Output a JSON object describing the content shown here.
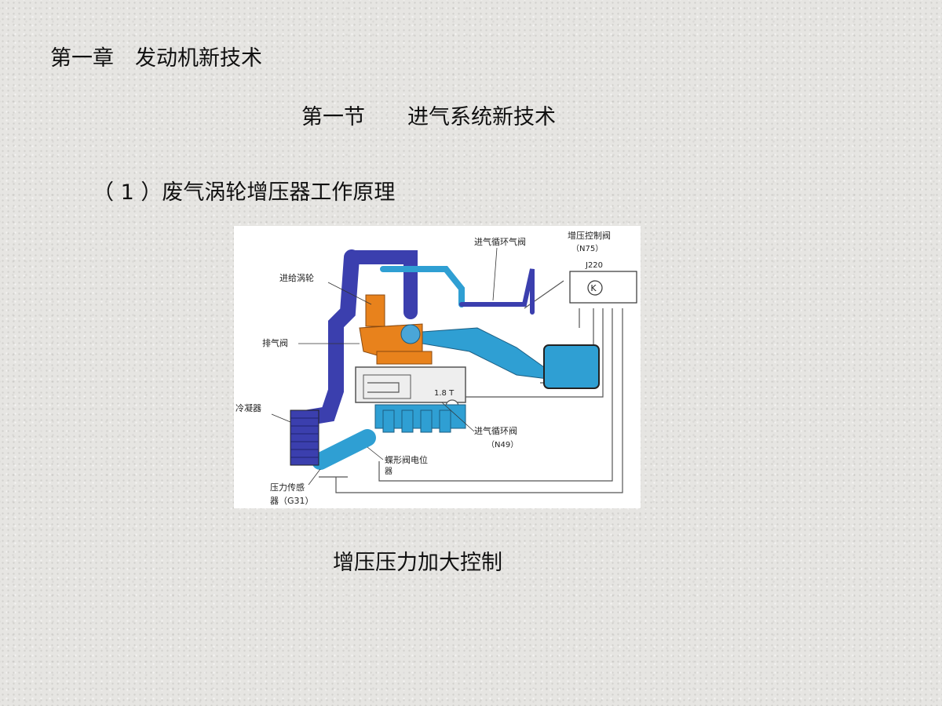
{
  "chapter_title": "第一章　发动机新技术",
  "section_title": "第一节　　进气系统新技术",
  "item_title": "（ 1 ）废气涡轮增压器工作原理",
  "caption": "增压压力加大控制",
  "diagram": {
    "labels": {
      "intake_recirc_valve_top": "进气循环气阀",
      "boost_valve": "增压控制阀",
      "boost_valve_code": "（N75）",
      "ecu": "J220",
      "turbo": "进给涡轮",
      "exhaust_valve": "排气阀",
      "engine": "1.8 T",
      "cooler": "冷凝器",
      "recirc_valve": "进气循环阀",
      "recirc_valve_code": "（N49）",
      "throttle_pot_1": "蝶形阀电位",
      "throttle_pot_2": "器",
      "pressure_sensor_1": "压力传感",
      "pressure_sensor_2": "器（G31）"
    }
  }
}
